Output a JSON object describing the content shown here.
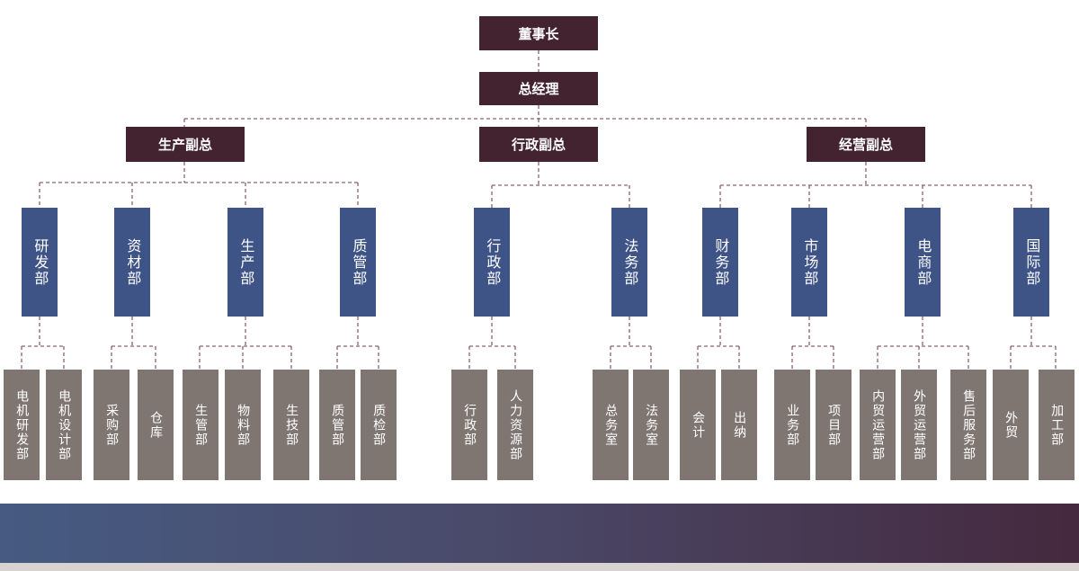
{
  "chairman": "董事长",
  "general_manager": "总经理",
  "vps": {
    "production": "生产副总",
    "admin": "行政副总",
    "business": "经营副总"
  },
  "departments": {
    "rd": "研发部",
    "materials": "资材部",
    "production": "生产部",
    "quality": "质管部",
    "admin": "行政部",
    "legal": "法务部",
    "finance": "财务部",
    "market": "市场部",
    "ecommerce": "电商部",
    "international": "国际部"
  },
  "sub_units": {
    "rd_motor_dev": "电机研发部",
    "rd_motor_design": "电机设计部",
    "mat_purchase": "采购部",
    "mat_warehouse": "仓库",
    "prod_mgmt": "生管部",
    "prod_material": "物料部",
    "prod_tech": "生技部",
    "qual_mgmt": "质管部",
    "qual_inspect": "质检部",
    "admin_admin": "行政部",
    "admin_hr": "人力资源部",
    "legal_general": "总务室",
    "legal_legal": "法务室",
    "fin_accounting": "会计",
    "fin_cashier": "出纳",
    "mkt_business": "业务部",
    "mkt_project": "项目部",
    "ec_domestic": "内贸运营部",
    "ec_foreign": "外贸运营部",
    "ec_aftersales": "售后服务部",
    "intl_trade": "外贸",
    "intl_processing": "加工部"
  },
  "colors": {
    "executive": "#42232f",
    "department": "#3e5386",
    "sub_unit": "#7f7672",
    "connector": "#8a6470"
  }
}
